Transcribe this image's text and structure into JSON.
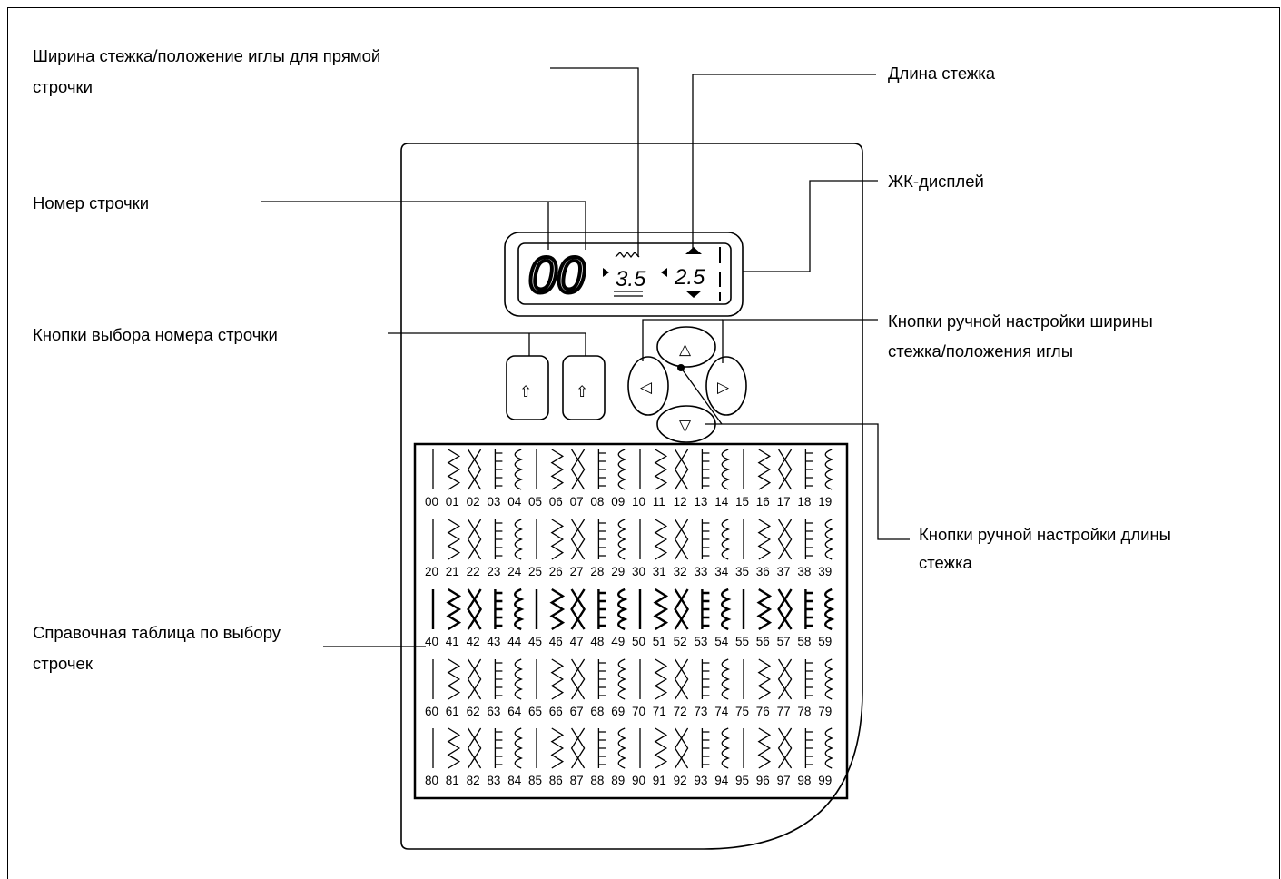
{
  "labels": {
    "width_line1": "Ширина стежка/положение иглы для прямой",
    "width_line2": "строчки",
    "length": "Длина стежка",
    "pattern_number": "Номер строчки",
    "lcd": "ЖК-дисплей",
    "select_buttons": "Кнопки выбора номера строчки",
    "width_buttons_line1": "Кнопки ручной настройки ширины",
    "width_buttons_line2": "стежка/положения иглы",
    "length_buttons_line1": "Кнопки ручной настройки длины",
    "length_buttons_line2": "стежка",
    "chart_line1": "Справочная таблица по выбору",
    "chart_line2": "строчек"
  },
  "lcd": {
    "pattern_number": "00",
    "stitch_width": "3.5",
    "stitch_length": "2.5"
  },
  "buttons": {
    "up_glyph": "⇧",
    "left_glyph": "◁",
    "right_glyph": "▷",
    "top_glyph": "△",
    "bottom_glyph": "▽"
  },
  "stitch_chart": {
    "rows": [
      [
        "00",
        "01",
        "02",
        "03",
        "04",
        "05",
        "06",
        "07",
        "08",
        "09",
        "10",
        "11",
        "12",
        "13",
        "14",
        "15",
        "16",
        "17",
        "18",
        "19"
      ],
      [
        "20",
        "21",
        "22",
        "23",
        "24",
        "25",
        "26",
        "27",
        "28",
        "29",
        "30",
        "31",
        "32",
        "33",
        "34",
        "35",
        "36",
        "37",
        "38",
        "39"
      ],
      [
        "40",
        "41",
        "42",
        "43",
        "44",
        "45",
        "46",
        "47",
        "48",
        "49",
        "50",
        "51",
        "52",
        "53",
        "54",
        "55",
        "56",
        "57",
        "58",
        "59"
      ],
      [
        "60",
        "61",
        "62",
        "63",
        "64",
        "65",
        "66",
        "67",
        "68",
        "69",
        "70",
        "71",
        "72",
        "73",
        "74",
        "75",
        "76",
        "77",
        "78",
        "79"
      ],
      [
        "80",
        "81",
        "82",
        "83",
        "84",
        "85",
        "86",
        "87",
        "88",
        "89",
        "90",
        "91",
        "92",
        "93",
        "94",
        "95",
        "96",
        "97",
        "98",
        "99"
      ]
    ]
  }
}
